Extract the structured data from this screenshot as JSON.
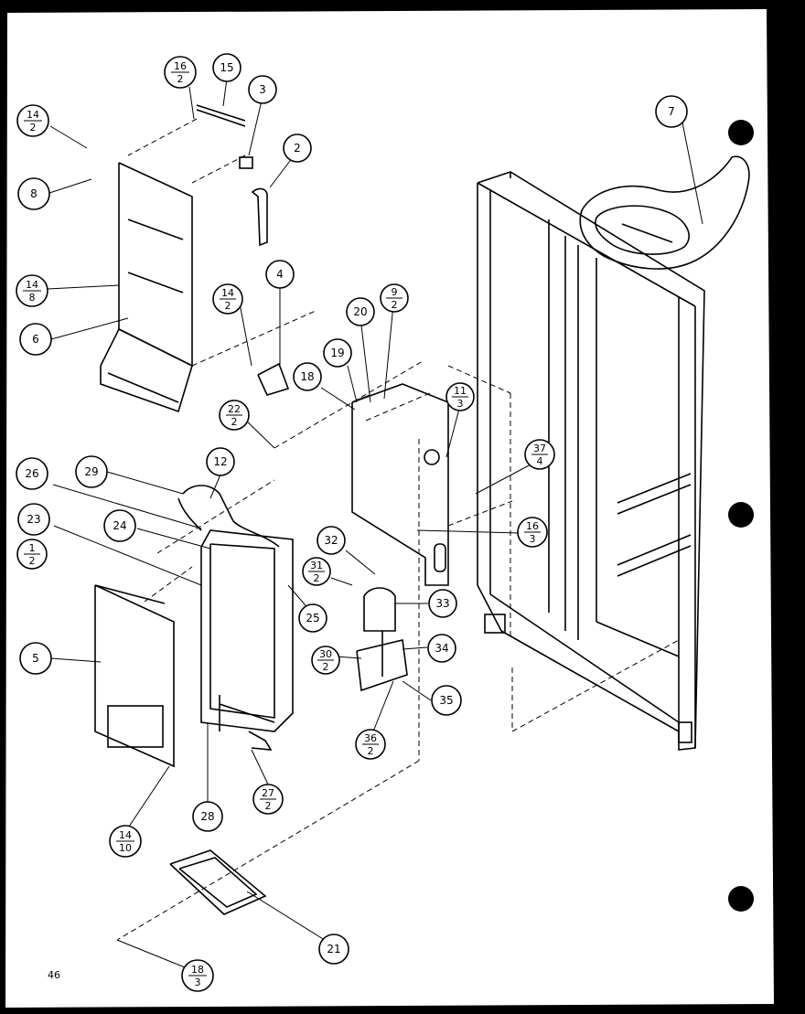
{
  "page_number": "46",
  "callouts_single": [
    "15",
    "3",
    "2",
    "7",
    "8",
    "6",
    "4",
    "20",
    "19",
    "18",
    "29",
    "12",
    "26",
    "23",
    "24",
    "25",
    "32",
    "33",
    "34",
    "35",
    "5",
    "28",
    "21"
  ],
  "callouts_fraction": [
    {
      "num": "16",
      "den": "2"
    },
    {
      "num": "14",
      "den": "2"
    },
    {
      "num": "14",
      "den": "8"
    },
    {
      "num": "14",
      "den": "2"
    },
    {
      "num": "9",
      "den": "2"
    },
    {
      "num": "11",
      "den": "3"
    },
    {
      "num": "22",
      "den": "2"
    },
    {
      "num": "37",
      "den": "4"
    },
    {
      "num": "16",
      "den": "3"
    },
    {
      "num": "1",
      "den": "2"
    },
    {
      "num": "31",
      "den": "2"
    },
    {
      "num": "30",
      "den": "2"
    },
    {
      "num": "36",
      "den": "2"
    },
    {
      "num": "27",
      "den": "2"
    },
    {
      "num": "14",
      "den": "10"
    },
    {
      "num": "18",
      "den": "3"
    }
  ]
}
